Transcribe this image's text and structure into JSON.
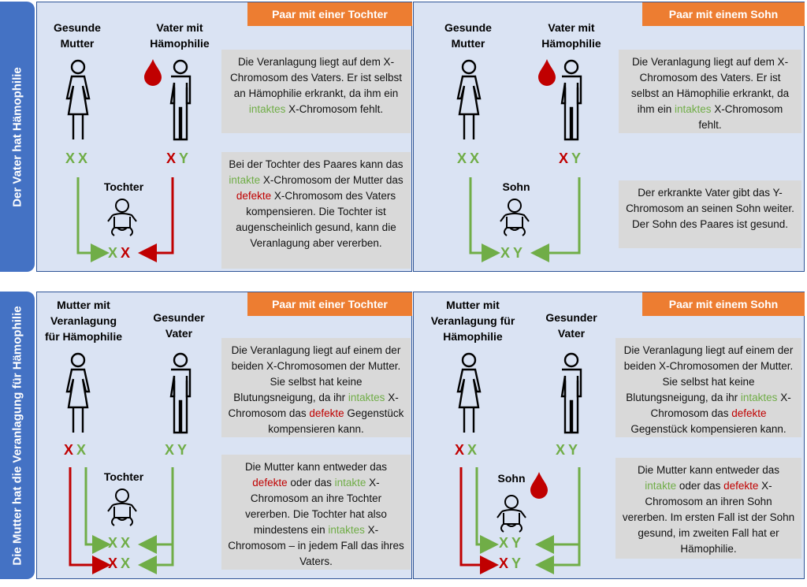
{
  "rows": [
    {
      "side_label": "Der Vater hat Hämophilie",
      "panels": [
        {
          "banner": "Paar mit einer Tochter",
          "parent1_label": "Gesunde Mutter",
          "parent2_label": "Vater mit Hämophilie",
          "parent1_chrom": [
            "X",
            "X"
          ],
          "parent2_chrom": [
            "X",
            "Y"
          ],
          "child_label": "Tochter",
          "box1": [
            {
              "t": "Die Veranlagung liegt auf dem X-Chromosom des Vaters. Er ist selbst an Hämophilie erkrankt, da ihm ein ",
              "c": ""
            },
            {
              "t": "intaktes",
              "c": "g"
            },
            {
              "t": " X-Chromosom fehlt.",
              "c": ""
            }
          ],
          "box2": [
            {
              "t": "Bei der Tochter des Paares kann das ",
              "c": ""
            },
            {
              "t": "intakte",
              "c": "g"
            },
            {
              "t": " X-Chromosom der Mutter das ",
              "c": ""
            },
            {
              "t": "defekte",
              "c": "r"
            },
            {
              "t": " X-Chromosom des Vaters kompensieren. Die Tochter ist augenscheinlich gesund, kann die Veranlagung aber vererben.",
              "c": ""
            }
          ],
          "results": [
            [
              "X",
              "X"
            ]
          ]
        },
        {
          "banner": "Paar mit einem Sohn",
          "parent1_label": "Gesunde Mutter",
          "parent2_label": "Vater mit Hämophilie",
          "parent1_chrom": [
            "X",
            "X"
          ],
          "parent2_chrom": [
            "X",
            "Y"
          ],
          "child_label": "Sohn",
          "box1": [
            {
              "t": "Die Veranlagung liegt auf dem X-Chromosom des Vaters. Er ist selbst an Hämophilie erkrankt, da ihm ein ",
              "c": ""
            },
            {
              "t": "intaktes",
              "c": "g"
            },
            {
              "t": " X-Chromosom fehlt.",
              "c": ""
            }
          ],
          "box2": [
            {
              "t": "Der erkrankte Vater gibt das Y-Chromosom an seinen Sohn weiter. Der Sohn des Paares ist gesund.",
              "c": ""
            }
          ],
          "results": [
            [
              "X",
              "Y"
            ]
          ]
        }
      ]
    },
    {
      "side_label": "Die Mutter hat die Veranlagung für Hämophilie",
      "panels": [
        {
          "banner": "Paar mit einer Tochter",
          "parent1_label": "Mutter mit Veranlagung für Hämophilie",
          "parent2_label": "Gesunder Vater",
          "parent1_chrom": [
            "X",
            "X"
          ],
          "parent2_chrom": [
            "X",
            "Y"
          ],
          "child_label": "Tochter",
          "box1": [
            {
              "t": "Die Veranlagung liegt auf einem der beiden X-Chromosomen der Mutter. Sie selbst hat keine Blutungsneigung, da ihr ",
              "c": ""
            },
            {
              "t": "intaktes",
              "c": "g"
            },
            {
              "t": " X-Chromosom das ",
              "c": ""
            },
            {
              "t": "defekte",
              "c": "r"
            },
            {
              "t": " Gegenstück kompensieren kann.",
              "c": ""
            }
          ],
          "box2": [
            {
              "t": "Die Mutter kann entweder das ",
              "c": ""
            },
            {
              "t": "defekte",
              "c": "r"
            },
            {
              "t": " oder das ",
              "c": ""
            },
            {
              "t": "intakte",
              "c": "g"
            },
            {
              "t": " X-Chromosom an ihre Tochter vererben. Die Tochter hat also mindestens ein ",
              "c": ""
            },
            {
              "t": "intaktes",
              "c": "g"
            },
            {
              "t": " X-Chromosom – in jedem Fall das ihres Vaters.",
              "c": ""
            }
          ],
          "results": [
            [
              "X",
              "X"
            ],
            [
              "X",
              "X"
            ]
          ]
        },
        {
          "banner": "Paar mit einem Sohn",
          "parent1_label": "Mutter mit Veranlagung für Hämophilie",
          "parent2_label": "Gesunder Vater",
          "parent1_chrom": [
            "X",
            "X"
          ],
          "parent2_chrom": [
            "X",
            "Y"
          ],
          "child_label": "Sohn",
          "box1": [
            {
              "t": "Die Veranlagung liegt auf einem der beiden X-Chromosomen der Mutter. Sie selbst hat keine Blutungsneigung, da ihr ",
              "c": ""
            },
            {
              "t": "intaktes",
              "c": "g"
            },
            {
              "t": " X-Chromosom das ",
              "c": ""
            },
            {
              "t": "defekte",
              "c": "r"
            },
            {
              "t": " Gegenstück kompensieren kann.",
              "c": ""
            }
          ],
          "box2": [
            {
              "t": "Die Mutter kann entweder das ",
              "c": ""
            },
            {
              "t": "intakte",
              "c": "g"
            },
            {
              "t": " oder das ",
              "c": ""
            },
            {
              "t": "defekte",
              "c": "r"
            },
            {
              "t": " X-Chromosom an ihren Sohn vererben. Im ersten Fall ist der Sohn gesund, im zweiten Fall hat er Hämophilie.",
              "c": ""
            }
          ],
          "results": [
            [
              "X",
              "Y"
            ],
            [
              "X",
              "Y"
            ]
          ]
        }
      ]
    }
  ],
  "colors": {
    "side": "#4472c4",
    "panel": "#dae3f3",
    "banner": "#ed7d31",
    "green": "#70ad47",
    "red": "#c00000",
    "box": "#d9d9d9"
  },
  "icons": [
    "female-person-icon",
    "male-person-icon",
    "baby-icon",
    "blood-drop-icon"
  ]
}
